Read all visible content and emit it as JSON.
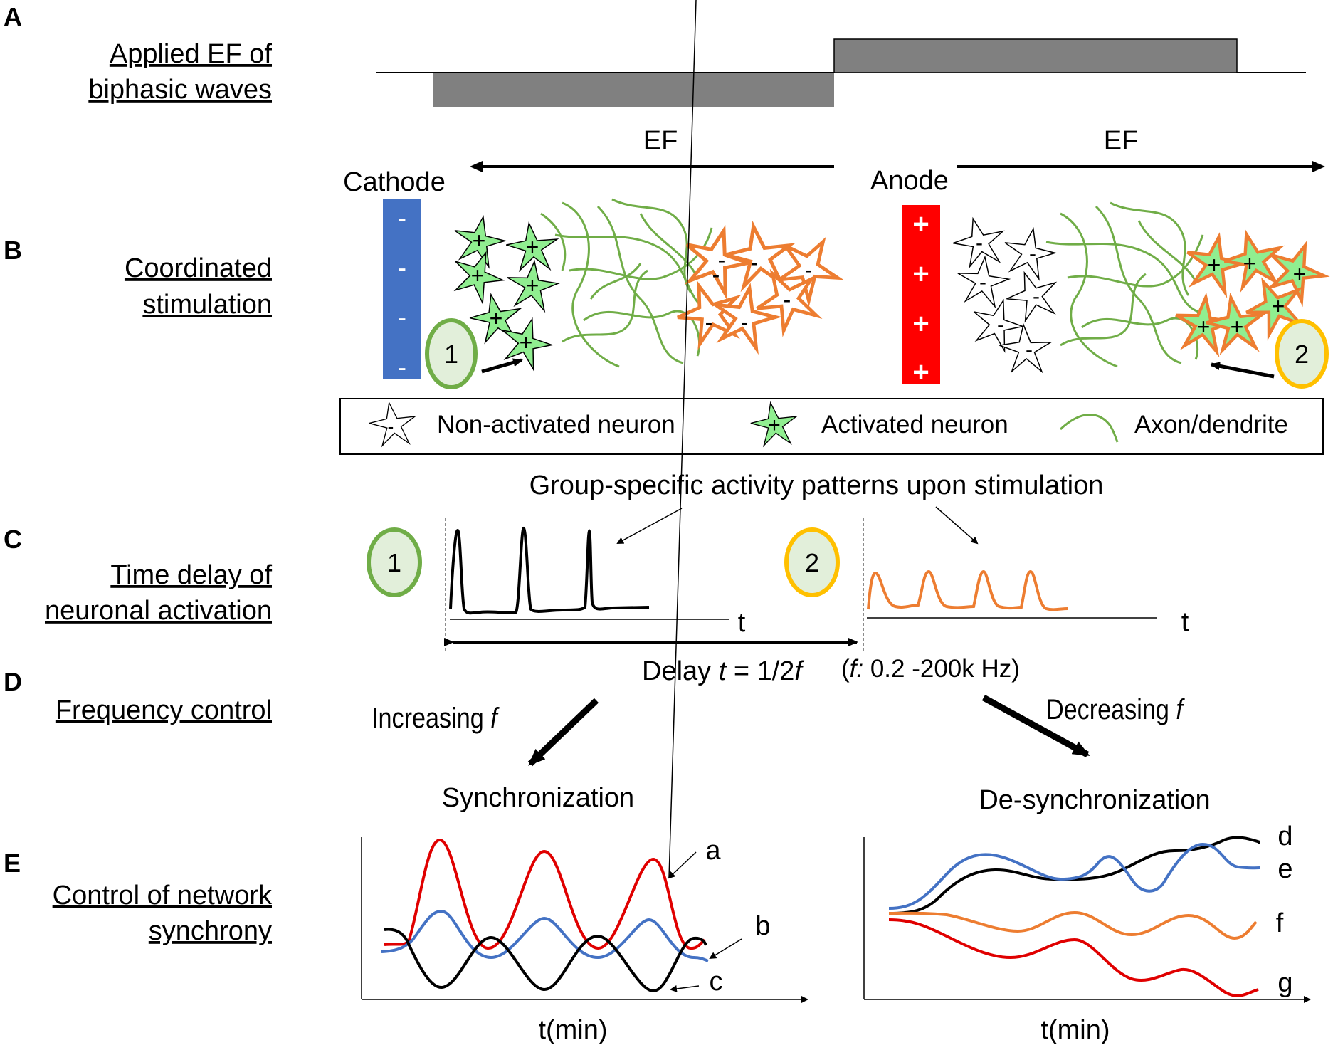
{
  "panels": {
    "A": {
      "letter": "A",
      "lines": [
        "Applied EF of",
        "biphasic waves"
      ]
    },
    "B": {
      "letter": "B",
      "lines": [
        "Coordinated",
        "stimulation"
      ]
    },
    "C": {
      "letter": "C",
      "lines": [
        "Time delay of",
        "neuronal activation"
      ]
    },
    "D": {
      "letter": "D",
      "lines": [
        "Frequency control"
      ]
    },
    "E": {
      "letter": "E",
      "lines": [
        "Control of network",
        "synchrony"
      ]
    }
  },
  "stimulation": {
    "ef_left": "EF",
    "ef_right": "EF",
    "cathode": "Cathode",
    "anode": "Anode",
    "cathode_sign": "-",
    "anode_sign": "+",
    "plus": "+",
    "minus": "-",
    "group1": "1",
    "group2": "2"
  },
  "legend": {
    "non_activated": "Non-activated neuron",
    "activated": "Activated neuron",
    "axon": "Axon/dendrite"
  },
  "activity": {
    "title": "Group-specific activity patterns upon stimulation",
    "t_label": "t",
    "delay_prefix": "Delay ",
    "delay_t": "t",
    "delay_eq": " = 1/2",
    "delay_f": "f",
    "range_f": "f:",
    "range_value": " 0.2 -200k Hz)",
    "range_open": "("
  },
  "frequency": {
    "increasing": "Increasing ",
    "decreasing": "Decreasing ",
    "f": "f",
    "sync": "Synchronization",
    "desync": "De-synchronization"
  },
  "synchrony": {
    "xlabel_left": "t(min)",
    "xlabel_right": "t(min)",
    "curve_labels": [
      "a",
      "b",
      "c",
      "d",
      "e",
      "f",
      "g"
    ]
  },
  "colors": {
    "cathode": "#4472C4",
    "anode": "#FF0000",
    "activated_fill": "#90EE90",
    "orange": "#ED7D31",
    "axon": "#70AD47",
    "group1_ring": "#70AD47",
    "group2_ring": "#FFC000",
    "red": "#E00000",
    "blue": "#4472C4",
    "gray_wave": "#808080"
  }
}
